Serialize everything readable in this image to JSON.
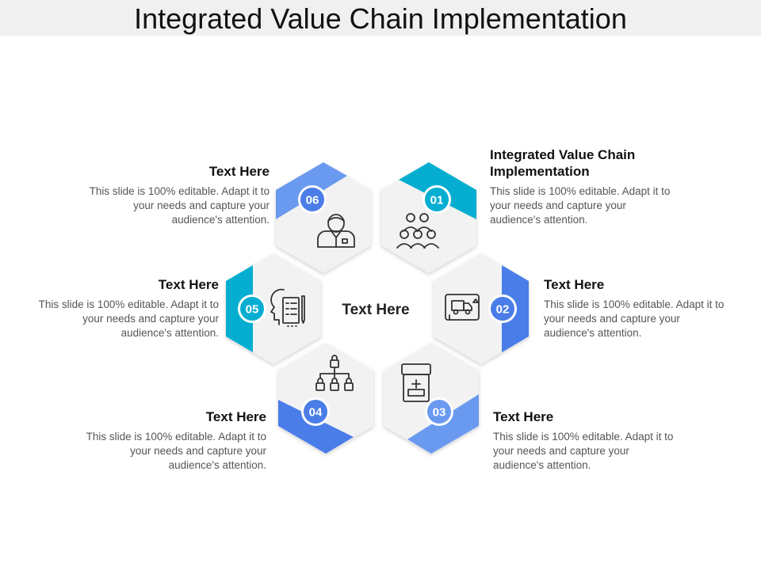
{
  "title": "Integrated Value Chain Implementation",
  "center": "Text Here",
  "colors": {
    "teal": "#05aed1",
    "blue": "#4a7de8",
    "light_blue": "#6a9af0",
    "hex": "#f2f2f2"
  },
  "items": [
    {
      "number": "01",
      "heading": "Integrated Value Chain Implementation",
      "body": "This slide is 100% editable. Adapt it to your needs and capture your audience's attention.",
      "icon": "team-icon"
    },
    {
      "number": "02",
      "heading": "Text Here",
      "body": "This slide is 100% editable. Adapt it to your needs and capture your audience's attention.",
      "icon": "delivery-truck-icon"
    },
    {
      "number": "03",
      "heading": "Text Here",
      "body": "This slide is 100% editable. Adapt it to your needs and capture your audience's attention.",
      "icon": "medicine-jar-icon"
    },
    {
      "number": "04",
      "heading": "Text Here",
      "body": "This slide is 100% editable. Adapt it to your needs and capture your audience's attention.",
      "icon": "hierarchy-icon"
    },
    {
      "number": "05",
      "heading": "Text Here",
      "body": "This slide is 100% editable. Adapt it to your needs and capture your audience's attention.",
      "icon": "head-checklist-icon"
    },
    {
      "number": "06",
      "heading": "Text Here",
      "body": "This slide is 100% editable. Adapt it to your needs and capture your audience's attention.",
      "icon": "businessman-icon"
    }
  ]
}
